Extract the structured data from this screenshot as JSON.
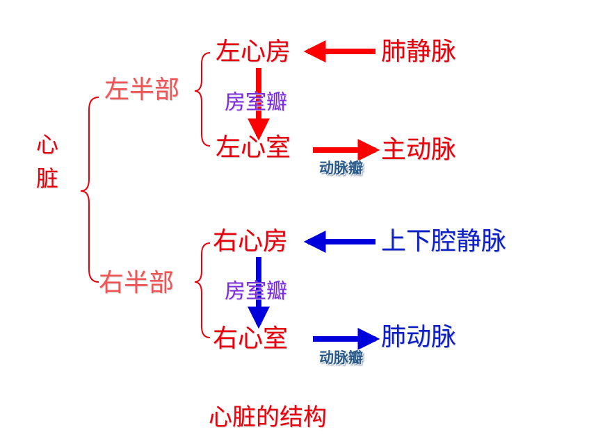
{
  "diagram": {
    "heart": {
      "char1": "心",
      "char2": "脏"
    },
    "left_half": {
      "label": "左半部",
      "atrium": "左心房",
      "ventricle": "左心室",
      "av_valve": "房室瓣",
      "artery_valve": "动脉瓣",
      "inflow_vessel": "肺静脉",
      "outflow_vessel": "主动脉",
      "color": "#e8000b"
    },
    "right_half": {
      "label": "右半部",
      "atrium": "右心房",
      "ventricle": "右心室",
      "av_valve": "房室瓣",
      "artery_valve": "动脉瓣",
      "inflow_vessel": "上下腔静脉",
      "outflow_vessel": "肺动脉",
      "color": "#0a1fc8"
    },
    "title": "心脏的结构"
  }
}
